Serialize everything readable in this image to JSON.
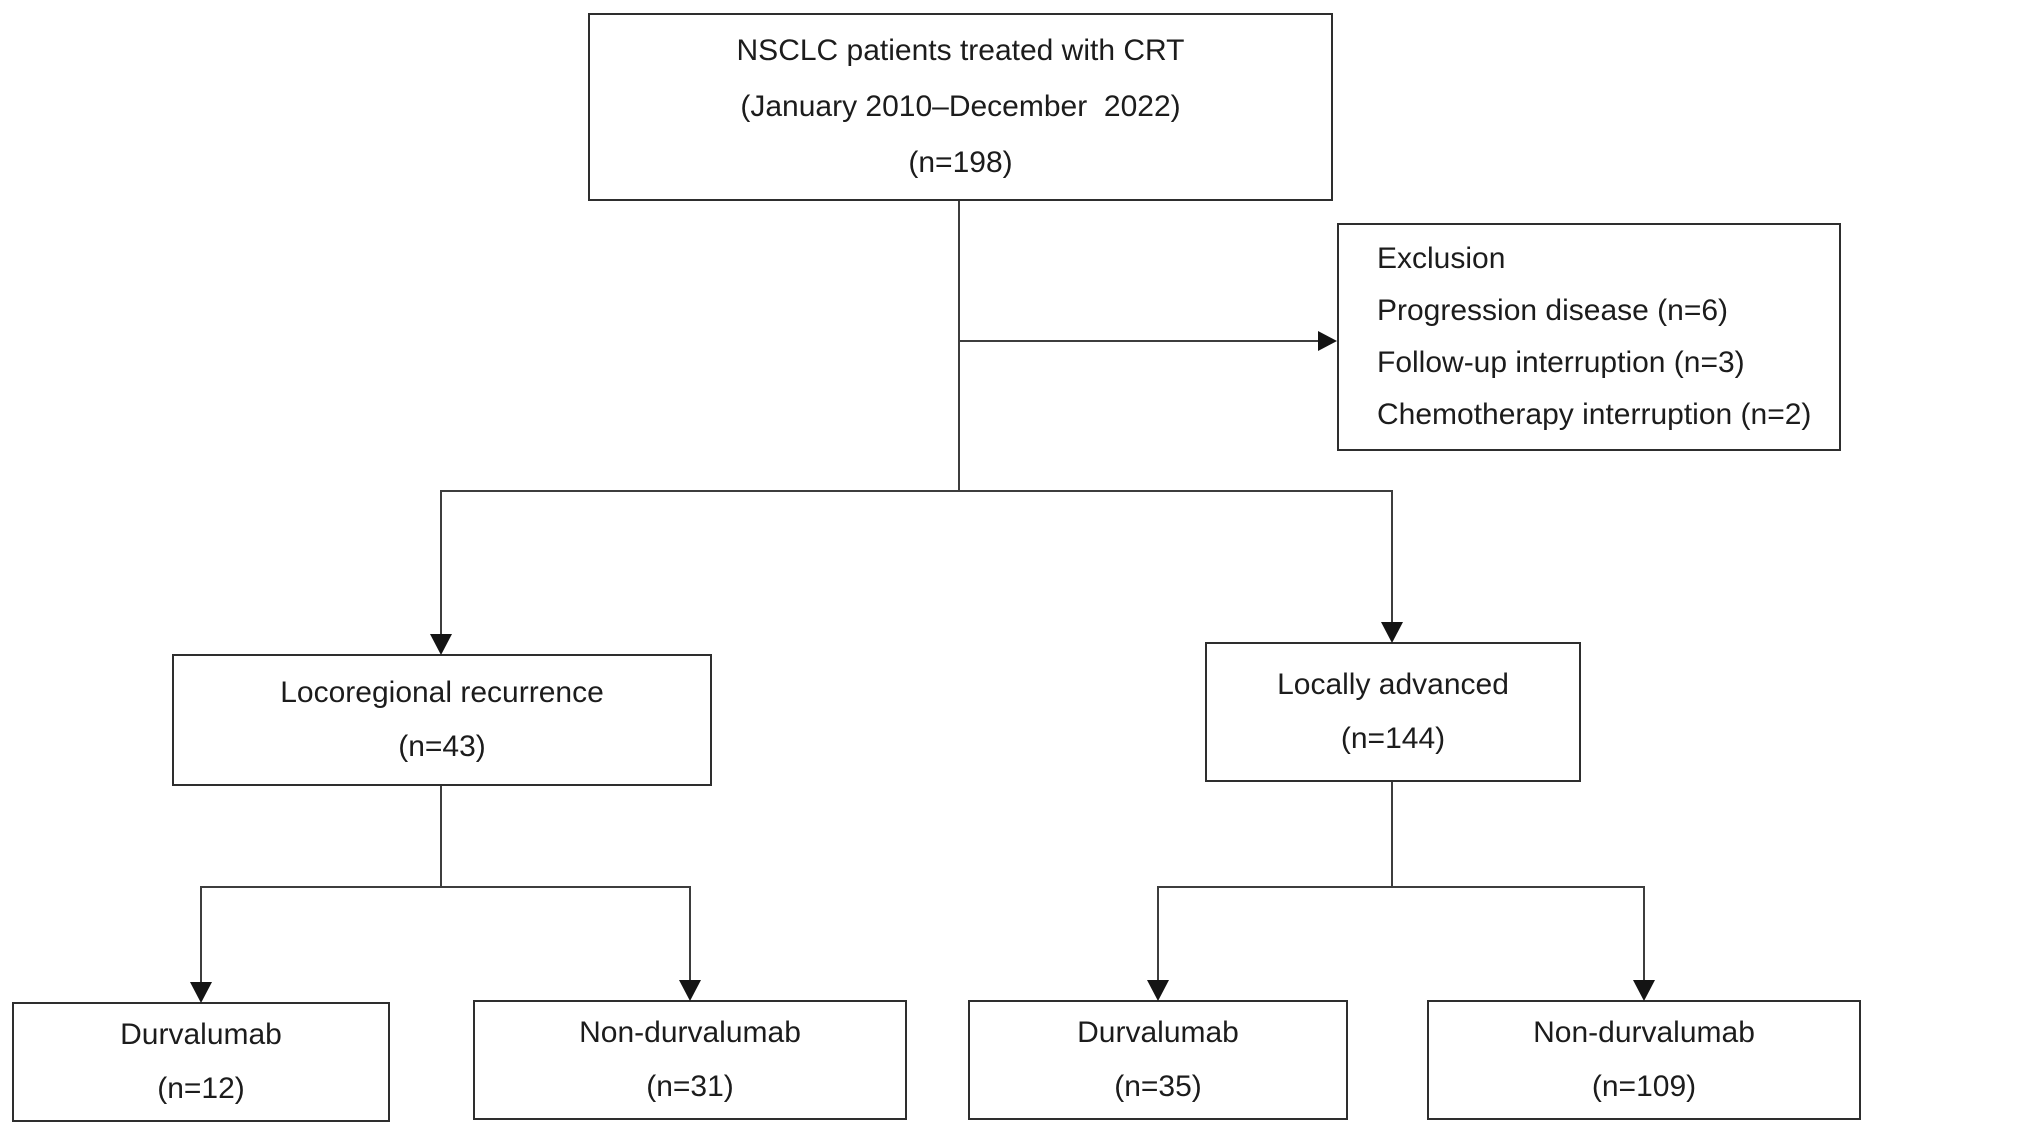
{
  "diagram": {
    "type": "patient-flow-chart",
    "top_box": {
      "lines": [
        "NSCLC patients treated with CRT",
        "(January 2010–December  2022)",
        "(n=198)"
      ]
    },
    "exclusion_box": {
      "lines": [
        "Exclusion",
        "Progression disease (n=6)",
        "Follow-up interruption (n=3)",
        "Chemotherapy interruption (n=2)"
      ]
    },
    "left_branch_box": {
      "lines": [
        "Locoregional recurrence",
        "(n=43)"
      ]
    },
    "right_branch_box": {
      "lines": [
        "Locally advanced",
        "(n=144)"
      ]
    },
    "leaf_boxes": [
      {
        "lines": [
          "Durvalumab",
          "(n=12)"
        ]
      },
      {
        "lines": [
          "Non-durvalumab",
          "(n=31)"
        ]
      },
      {
        "lines": [
          "Durvalumab",
          "(n=35)"
        ]
      },
      {
        "lines": [
          "Non-durvalumab",
          "(n=109)"
        ]
      }
    ],
    "colors": {
      "box_border": "#2e2e2e",
      "connector_line": "#3d3d3d",
      "arrowhead": "#141414",
      "text": "#1c1c1c",
      "background": "#ffffff"
    }
  }
}
